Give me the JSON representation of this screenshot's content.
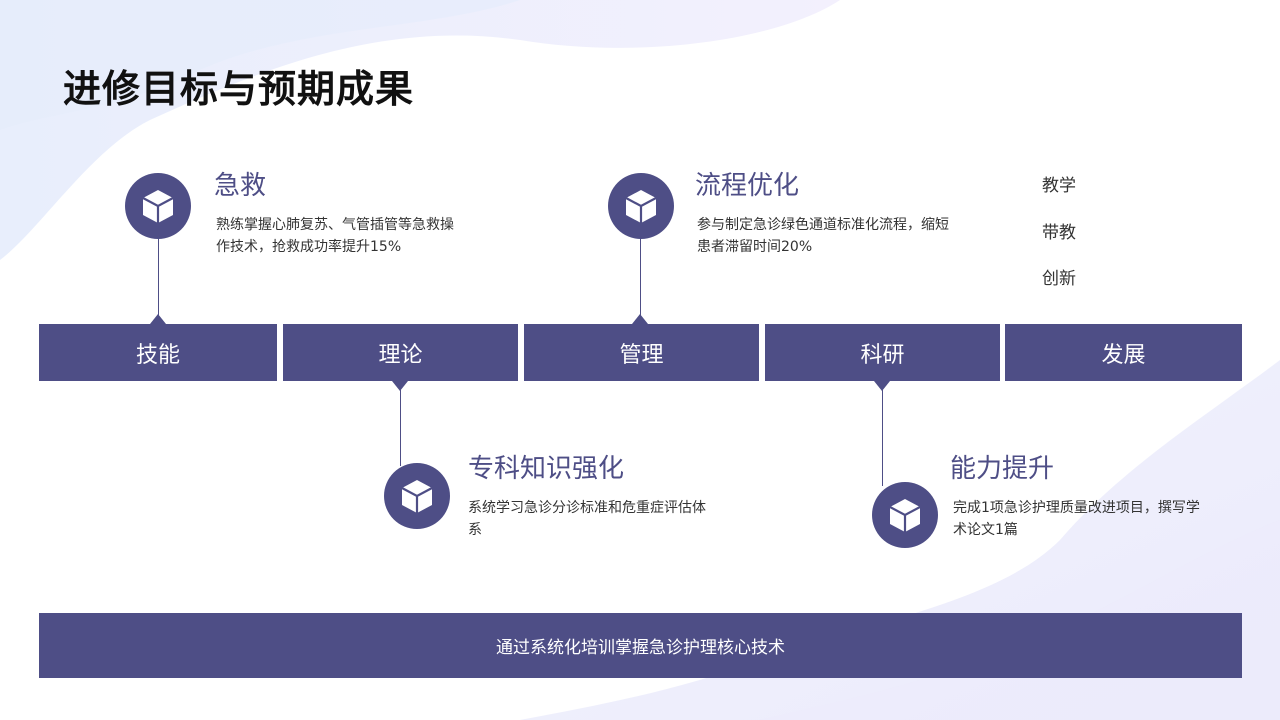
{
  "title": "进修目标与预期成果",
  "timeline": [
    "技能",
    "理论",
    "管理",
    "科研",
    "发展"
  ],
  "items": [
    {
      "heading": "急救",
      "desc": "熟练掌握心肺复苏、气管插管等急救操作技术，抢救成功率提升15%"
    },
    {
      "heading": "专科知识强化",
      "desc": "系统学习急诊分诊标准和危重症评估体系"
    },
    {
      "heading": "流程优化",
      "desc": "参与制定急诊绿色通道标准化流程，缩短患者滞留时间20%"
    },
    {
      "heading": "能力提升",
      "desc": "完成1项急诊护理质量改进项目，撰写学术论文1篇"
    }
  ],
  "side_list": [
    "教学",
    "带教",
    "创新"
  ],
  "footer": "通过系统化培训掌握急诊护理核心技术",
  "icon": "box-icon",
  "colors": {
    "accent": "#4e4e86",
    "title": "#111111",
    "text": "#333333"
  }
}
